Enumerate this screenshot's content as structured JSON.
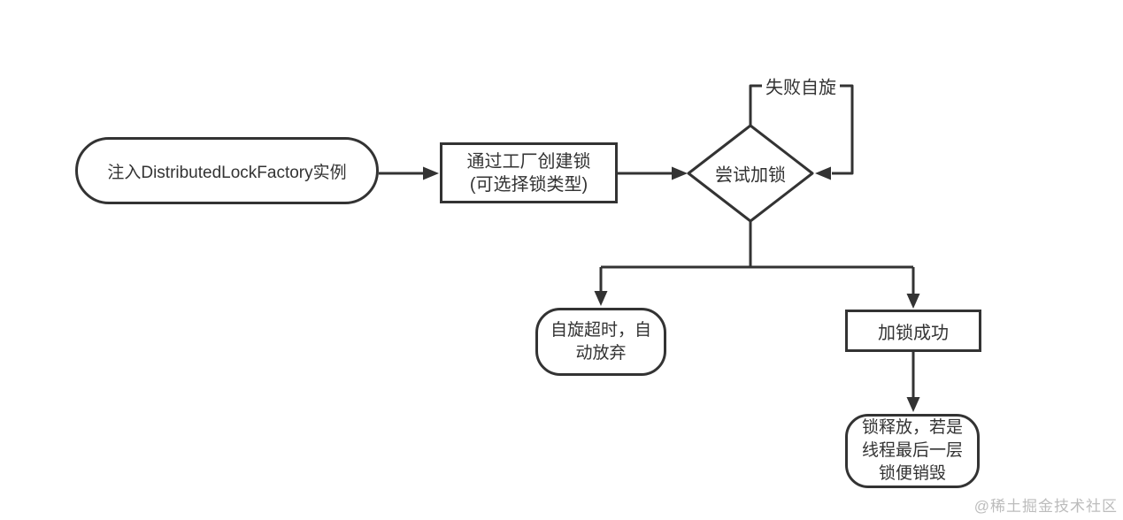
{
  "diagram": {
    "type": "flowchart",
    "nodes": {
      "start": {
        "shape": "stadium",
        "label": "注入DistributedLockFactory实例"
      },
      "factory": {
        "shape": "rectangle",
        "lines": [
          "通过工厂创建锁",
          "(可选择锁类型)"
        ]
      },
      "try_lock": {
        "shape": "diamond",
        "label": "尝试加锁"
      },
      "spin_timeout": {
        "shape": "rounded-rectangle",
        "lines": [
          "自旋超时，自",
          "动放弃"
        ]
      },
      "lock_success": {
        "shape": "rectangle",
        "label": "加锁成功"
      },
      "lock_release": {
        "shape": "rounded-rectangle",
        "lines": [
          "锁释放，若是",
          "线程最后一层",
          "锁便销毁"
        ]
      }
    },
    "edges": [
      {
        "from": "start",
        "to": "factory",
        "label": ""
      },
      {
        "from": "factory",
        "to": "try_lock",
        "label": ""
      },
      {
        "from": "try_lock",
        "to": "try_lock",
        "label": "失败自旋"
      },
      {
        "from": "try_lock",
        "to": "spin_timeout",
        "label": ""
      },
      {
        "from": "try_lock",
        "to": "lock_success",
        "label": ""
      },
      {
        "from": "lock_success",
        "to": "lock_release",
        "label": ""
      }
    ],
    "colors": {
      "stroke": "#333333",
      "text": "#333333",
      "node_fill": "#ffffff",
      "background": "#ffffff",
      "watermark": "#bcbcbc"
    }
  },
  "watermark": {
    "text": "@稀土掘金技术社区"
  }
}
